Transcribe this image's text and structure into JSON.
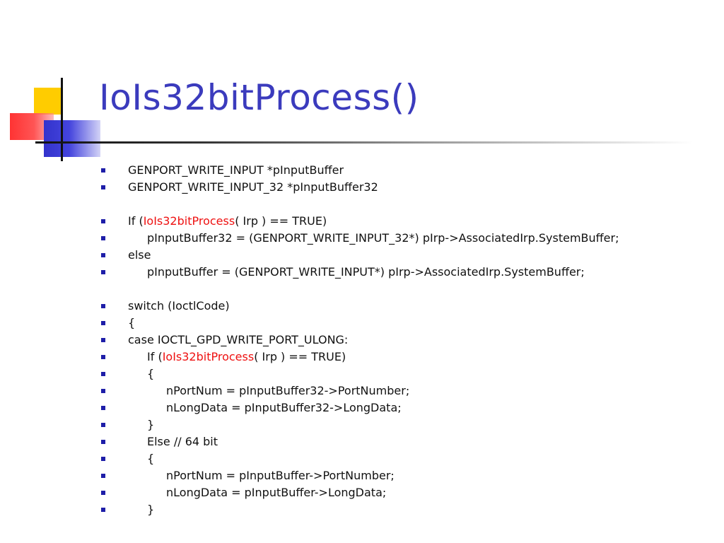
{
  "slide": {
    "title": "IoIs32bitProcess()",
    "lines": [
      {
        "indent": 0,
        "pre": "GENPORT_WRITE_INPUT *pInputBuffer"
      },
      {
        "indent": 0,
        "pre": "GENPORT_WRITE_INPUT_32 *pInputBuffer32"
      },
      {
        "gap": true
      },
      {
        "indent": 0,
        "pre": "If (",
        "hl": "IoIs32bitProcess",
        "post": "( Irp ) == TRUE)"
      },
      {
        "indent": 1,
        "pre": "pInputBuffer32 = (GENPORT_WRITE_INPUT_32*) pIrp->AssociatedIrp.SystemBuffer;"
      },
      {
        "indent": 0,
        "pre": "else"
      },
      {
        "indent": 1,
        "pre": "pInputBuffer = (GENPORT_WRITE_INPUT*) pIrp->AssociatedIrp.SystemBuffer;"
      },
      {
        "gap": true
      },
      {
        "indent": 0,
        "pre": "switch (IoctlCode)"
      },
      {
        "indent": 0,
        "pre": "{"
      },
      {
        "indent": 0,
        "pre": "case IOCTL_GPD_WRITE_PORT_ULONG:"
      },
      {
        "indent": 1,
        "pre": "If (",
        "hl": "IoIs32bitProcess",
        "post": "( Irp ) == TRUE)"
      },
      {
        "indent": 1,
        "pre": "{"
      },
      {
        "indent": 2,
        "pre": "nPortNum = pInputBuffer32->PortNumber;"
      },
      {
        "indent": 2,
        "pre": "nLongData = pInputBuffer32->LongData;"
      },
      {
        "indent": 1,
        "pre": "}"
      },
      {
        "indent": 1,
        "pre": "Else // 64 bit"
      },
      {
        "indent": 1,
        "pre": "{"
      },
      {
        "indent": 2,
        "pre": "nPortNum = pInputBuffer->PortNumber;"
      },
      {
        "indent": 2,
        "pre": "nLongData = pInputBuffer->LongData;"
      },
      {
        "indent": 1,
        "pre": "}"
      }
    ]
  },
  "colors": {
    "title": "#3b3bbd",
    "bullet": "#1e1ea8",
    "highlight": "#ee1111",
    "deco_yellow": "#ffcc00",
    "deco_red": "#ff3333",
    "deco_blue": "#3333cc"
  }
}
